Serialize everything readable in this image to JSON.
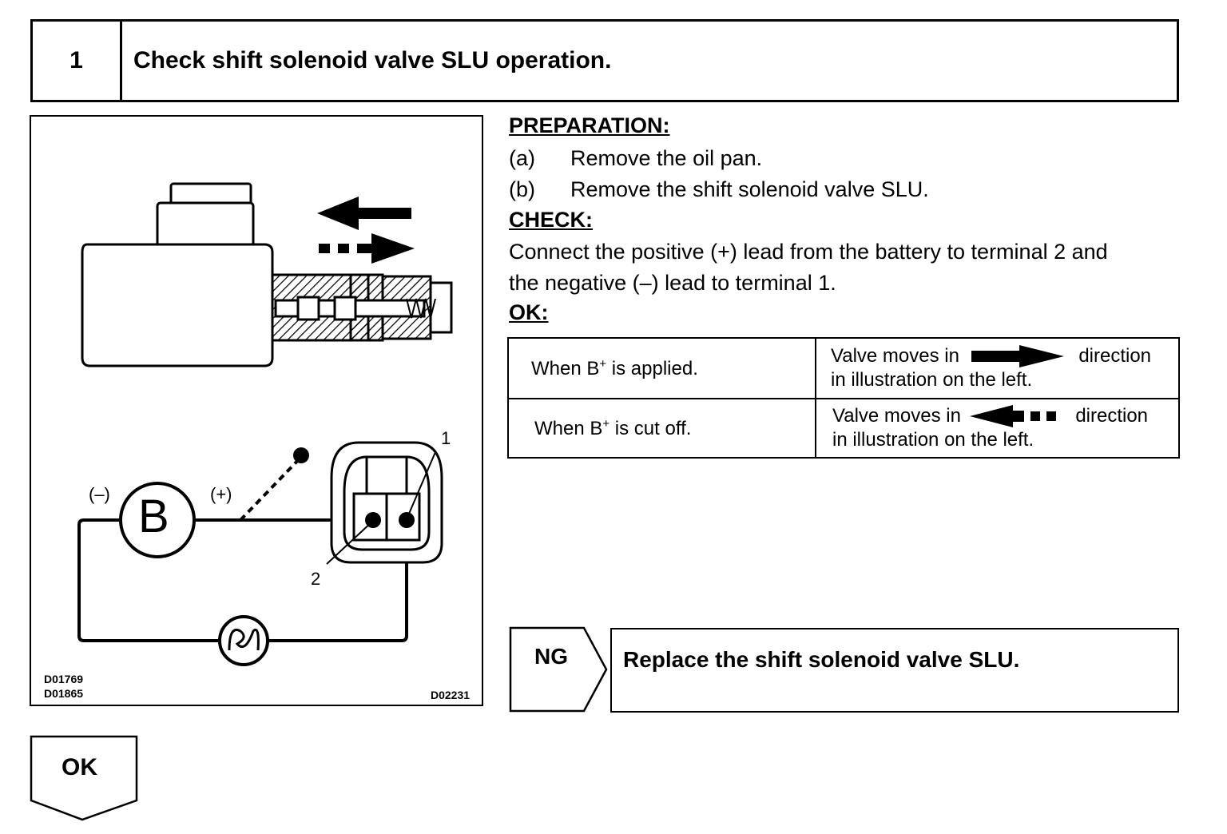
{
  "step": {
    "number": "1",
    "title": "Check shift solenoid valve SLU operation."
  },
  "illustration": {
    "neg_label": "(–)",
    "pos_label": "(+)",
    "battery_label": "B",
    "terminal_1": "1",
    "terminal_2": "2",
    "code_1": "D01769",
    "code_2": "D01865",
    "code_3": "D02231"
  },
  "preparation": {
    "heading": "PREPARATION:",
    "items": [
      {
        "marker": "(a)",
        "text": "Remove the oil pan."
      },
      {
        "marker": "(b)",
        "text": "Remove the shift solenoid valve SLU."
      }
    ]
  },
  "check": {
    "heading": "CHECK:",
    "line1": "Connect the positive (+) lead from the battery to terminal 2 and",
    "line2": "the negative (–) lead to terminal 1."
  },
  "ok_spec": {
    "heading": "OK:",
    "rows": [
      {
        "condition_pre": "When B",
        "condition_sup": "+",
        "condition_post": " is applied.",
        "result_a": "Valve moves in",
        "result_b": "direction",
        "result_c": "in illustration on the left."
      },
      {
        "condition_pre": "When B",
        "condition_sup": "+",
        "condition_post": " is cut off.",
        "result_a": "Valve moves in",
        "result_b": "direction",
        "result_c": "in illustration on the left."
      }
    ]
  },
  "ng": {
    "label": "NG",
    "action": "Replace the shift solenoid valve SLU."
  },
  "ok_next": {
    "label": "OK"
  }
}
